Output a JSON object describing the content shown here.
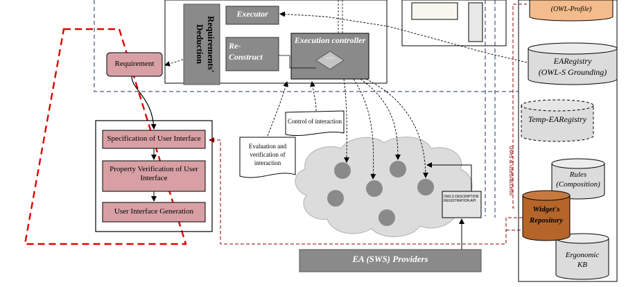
{
  "diagram": {
    "requirement": "Requirement",
    "requirements_deduction": "Requirements' Deduction",
    "executor": "Executor",
    "reconstruct_line1": "Re-",
    "reconstruct_line2": "Construct",
    "execution_controller": "Execution controller",
    "diamond_label": "action",
    "owl_profile": "(OWL-Profile)",
    "earegistry_title": "EARegistry",
    "earegistry_sub": "(OWL-S Grounding)",
    "temp_earegistry": "Temp-EARegistry",
    "rules_title": "Rules",
    "rules_sub": "(Composition)",
    "widgets_title": "Widget's",
    "widgets_sub": "Repository",
    "ergonomic_title": "Ergonomic",
    "ergonomic_sub": "KB",
    "spec_ui": "Specification of User Interface",
    "prop_verif": "Property Verification  of User Interface",
    "ui_generation": "User Interface Generation",
    "control_interaction": "Control of interaction",
    "evaluation_line1": "Evaluation and",
    "evaluation_line2": "verification of",
    "evaluation_line3": "interaction",
    "owls_api": "OWLS DESCRIPTION REGISTRATION API",
    "providers": "EA (SWS) Providers",
    "uses_label": "Uses & uses/access"
  },
  "colors": {
    "req_fill": "#d8a0a4",
    "steel": "#8a8a8a",
    "widget_fill": "#b5652a",
    "cloud": "#dcdcdc",
    "red_dashed": "#e00000",
    "navy_dashed": "#1f2f6b",
    "maroon_dashed": "#8b0000"
  }
}
